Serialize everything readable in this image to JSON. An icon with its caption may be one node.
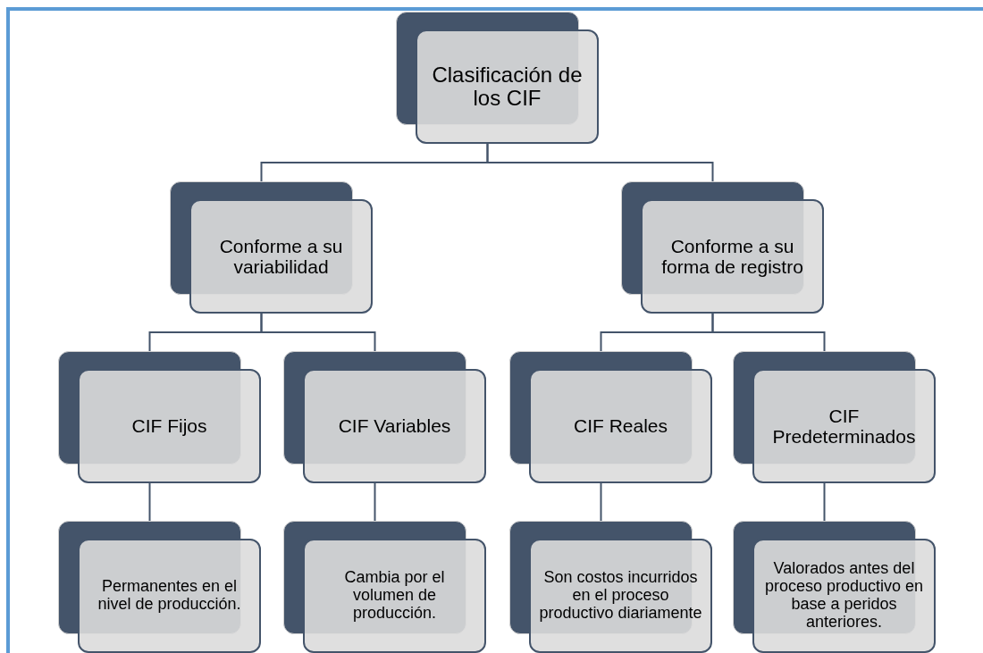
{
  "diagram": {
    "nodes": [
      {
        "text": [
          "Clasificación de los CIF"
        ]
      },
      {
        "text": [
          "Conforme a su variabilidad"
        ]
      },
      {
        "text": [
          "Conforme a su forma de registro"
        ]
      },
      {
        "text": [
          "CIF Fijos"
        ]
      },
      {
        "text": [
          "CIF Variables"
        ]
      },
      {
        "text": [
          "CIF Reales"
        ]
      },
      {
        "text": [
          "CIF Predeterminados"
        ]
      },
      {
        "text": [
          "Permanentes en el nivel de producción."
        ]
      },
      {
        "text": [
          "Cambia por el volumen de producción."
        ]
      },
      {
        "text": [
          "Son costos incurridos en el proceso productivo diariamente"
        ]
      },
      {
        "text": [
          "Valorados antes del proceso productivo en base a peridos anteriores."
        ]
      }
    ],
    "edges": [
      {
        "from": 0,
        "to": 1,
        "arrow": "none"
      },
      {
        "from": 0,
        "to": 2,
        "arrow": "none"
      },
      {
        "from": 1,
        "to": 3,
        "arrow": "none"
      },
      {
        "from": 1,
        "to": 4,
        "arrow": "none"
      },
      {
        "from": 2,
        "to": 5,
        "arrow": "none"
      },
      {
        "from": 2,
        "to": 6,
        "arrow": "none"
      },
      {
        "from": 3,
        "to": 7,
        "arrow": "none"
      },
      {
        "from": 4,
        "to": 8,
        "arrow": "none"
      },
      {
        "from": 5,
        "to": 9,
        "arrow": "none"
      },
      {
        "from": 6,
        "to": 10,
        "arrow": "none"
      }
    ]
  }
}
